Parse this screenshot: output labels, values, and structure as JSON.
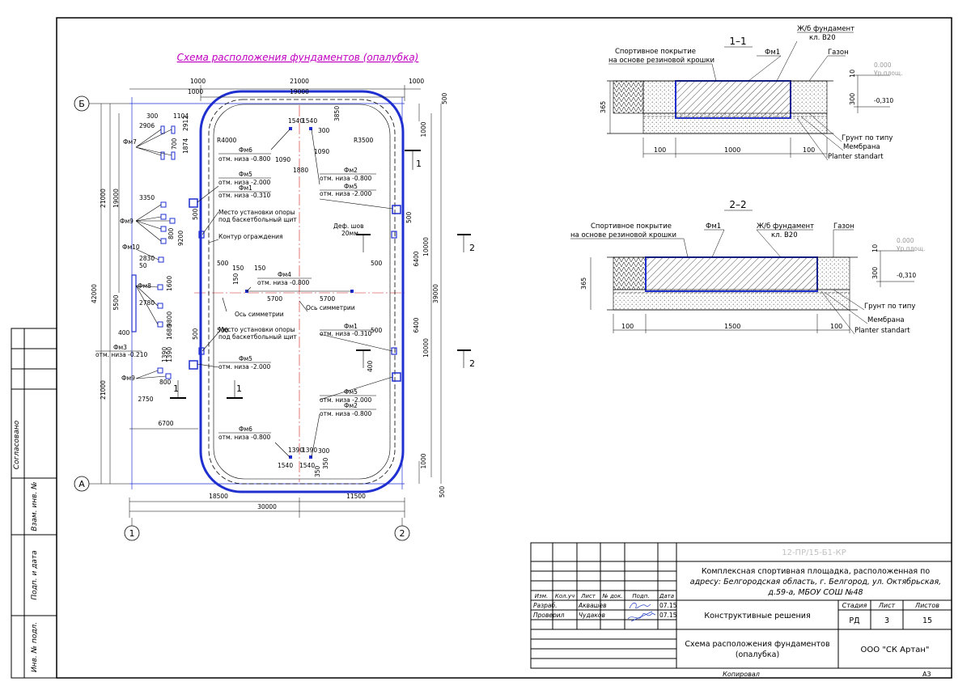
{
  "plan": {
    "title": "Схема расположения фундаментов (опалубка)",
    "axis_b": "Б",
    "axis_a": "А",
    "axis_1": "1",
    "axis_2": "2",
    "top_dims": [
      "1000",
      "21000",
      "1000",
      "19000",
      "1000",
      "500"
    ],
    "bottom_dims": [
      "18500",
      "11500",
      "30000",
      "6700",
      "2750"
    ],
    "left_dims": [
      "21000",
      "19000",
      "42000",
      "21000",
      "5500",
      "400"
    ],
    "right_dims": [
      "39000",
      "10000",
      "10000",
      "6400",
      "6400",
      "1000",
      "500",
      "1000",
      "500"
    ],
    "r_label": "R4000",
    "r2_label": "R3500",
    "notes": {
      "fm6_top": "Фм6",
      "fm6_top_lvl": "отм. низа -0.800",
      "fm5_left": "Фм5",
      "fm5_left_lvl": "отм. низа -2.000",
      "fm1_left": "Фм1",
      "fm1_left_lvl": "отм. низа -0.310",
      "support1": "Место установки опоры",
      "support1b": "под баскетбольный щит",
      "fence": "Контур ограждения",
      "fm2_top": "Фм2",
      "fm2_top_lvl": "отм. низа -0.800",
      "fm5_top": "Фм5",
      "fm5_top_lvl": "отм. низа -2.000",
      "joint": "Деф. шов",
      "joint2": "20мм",
      "fm4": "Фм4",
      "fm4_lvl": "отм. низа -0.800",
      "sym1": "Ось симметрии",
      "sym2": "Ось симметрии",
      "support2": "Место установки опоры",
      "support2b": "под баскетбольный щит",
      "fm1_right": "Фм1",
      "fm1_right_lvl": "отм. низа -0.310",
      "fm5_bot_left": "Фм5",
      "fm5_bot_left_lvl": "отм. низа -2.000",
      "fm5_bot": "Фм5",
      "fm5_bot_lvl": "отм. низа -2.000",
      "fm2_bot": "Фм2",
      "fm2_bot_lvl": "отм. низа -0.800",
      "fm6_bot": "Фм6",
      "fm6_bot_lvl": "отм. низа -0.800",
      "fm3": "Фм3",
      "fm3_lvl": "отм. низа -0.210",
      "fm7": "Фм7",
      "fm9a": "Фм9",
      "fm9b": "Фм9",
      "fm10": "Фм10",
      "fm8": "Фм8"
    },
    "small_dims": [
      "300",
      "1104",
      "2912",
      "2906",
      "700",
      "1874",
      "3350",
      "800",
      "9200",
      "2830",
      "50",
      "1600",
      "2780",
      "9800",
      "1680",
      "1390",
      "1390",
      "800",
      "1540",
      "1540",
      "300",
      "3850",
      "1090",
      "1880",
      "1090",
      "5700",
      "5700",
      "150",
      "150",
      "150",
      "500",
      "400",
      "1390",
      "1390",
      "1540",
      "1540",
      "300",
      "350",
      "350"
    ]
  },
  "section1": {
    "title": "1–1",
    "coating": "Спортивное покрытие",
    "coating2": "на основе резиновой крошки",
    "fm1": "Фм1",
    "found": "Ж/б фундамент",
    "found2": "кл. В20",
    "lawn": "Газон",
    "lvl0": "0.000",
    "lvl0_label": "Ур.площ.",
    "lvl1": "-0,310",
    "soil": "Грунт по типу",
    "membrane": "Мембрана",
    "planter": "Planter standart",
    "h365": "365",
    "h10": "10",
    "h300": "300",
    "w100a": "100",
    "w1000": "1000",
    "w100b": "100"
  },
  "section2": {
    "title": "2–2",
    "coating": "Спортивное покрытие",
    "coating2": "на основе резиновой крошки",
    "fm1": "Фм1",
    "found": "Ж/б фундамент",
    "found2": "кл. В20",
    "lawn": "Газон",
    "lvl0": "0.000",
    "lvl0_label": "Ур.площ.",
    "lvl1": "-0,310",
    "soil": "Грунт по типу",
    "membrane": "Мембрана",
    "planter": "Planter standart",
    "h365": "365",
    "h10": "10",
    "h300": "300",
    "w100a": "100",
    "w1500": "1500",
    "w100b": "100"
  },
  "side_stamp": {
    "agreed": "Согласовано",
    "inv_replace": "Взам. инв. №",
    "sign_date": "Подп. и дата",
    "inv_orig": "Инв. № подл."
  },
  "title_block": {
    "code": "12-ПР/15-Б1-КР",
    "project": "Комплексная спортивная площадка, расположенная по адресу: Белгородская область, г. Белгород, ул. Октябрьская, д.59-а, МБОУ СОШ №48",
    "project_l1": "Комплексная спортивная площадка, расположенная по",
    "project_l2": "адресу: Белгородская область, г. Белгород, ул. Октябрьская,",
    "project_l3": "д.59-а, МБОУ СОШ №48",
    "h_izm": "Изм.",
    "h_kol": "Кол.уч",
    "h_list": "Лист",
    "h_ndok": "№ док.",
    "h_podp": "Подп.",
    "h_data": "Дата",
    "r1_role": "Разраб.",
    "r1_name": "Аквашев",
    "r1_date": "07.15",
    "r2_role": "Проверил",
    "r2_name": "Чудаков",
    "r2_date": "07.15",
    "section": "Конструктивные решения",
    "h_stage": "Стадия",
    "h_sheet": "Лист",
    "h_sheets": "Листов",
    "stage": "РД",
    "sheet": "3",
    "sheets": "15",
    "drawing": "Схема расположения фундаментов",
    "drawing2": "(опалубка)",
    "company": "ООО \"СК Артан\"",
    "copied": "Копировал",
    "format": "А3"
  },
  "colors": {
    "blue": "#1f2fd0",
    "magenta": "#c000c0",
    "red": "#d02020",
    "grey": "#9a9a9a"
  }
}
